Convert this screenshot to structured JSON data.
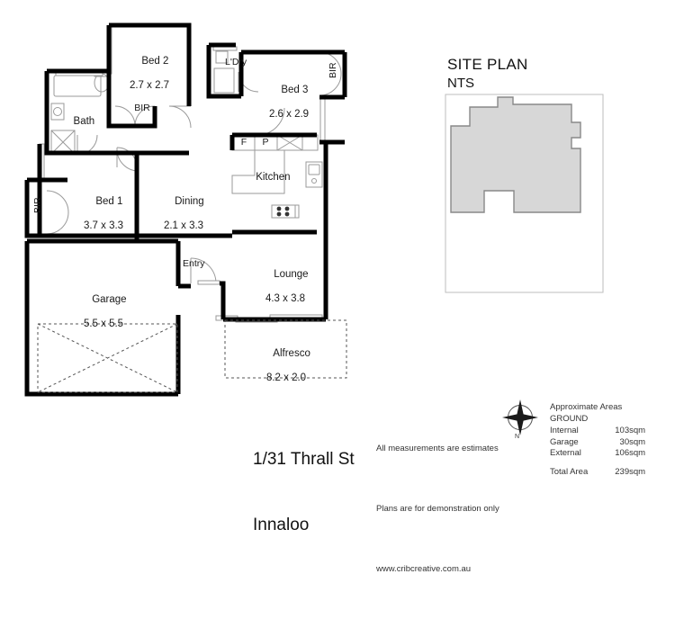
{
  "document": {
    "type": "floor-plan",
    "address_line1": "1/31 Thrall St",
    "address_line2": "Innaloo"
  },
  "rooms": [
    {
      "key": "bed2",
      "name": "Bed 2",
      "dimensions": "2.7 x 2.7"
    },
    {
      "key": "bath",
      "name": "Bath",
      "dimensions": ""
    },
    {
      "key": "ldry",
      "name": "L'Dry",
      "dimensions": ""
    },
    {
      "key": "bed3",
      "name": "Bed 3",
      "dimensions": "2.6 x 2.9"
    },
    {
      "key": "bed1",
      "name": "Bed 1",
      "dimensions": "3.7 x 3.3"
    },
    {
      "key": "dining",
      "name": "Dining",
      "dimensions": "2.1 x 3.3"
    },
    {
      "key": "kitchen",
      "name": "Kitchen",
      "dimensions": ""
    },
    {
      "key": "lounge",
      "name": "Lounge",
      "dimensions": "4.3 x 3.8"
    },
    {
      "key": "entry",
      "name": "Entry",
      "dimensions": ""
    },
    {
      "key": "garage",
      "name": "Garage",
      "dimensions": "5.5 x 5.5"
    },
    {
      "key": "alfresco",
      "name": "Alfresco",
      "dimensions": "8.2 x 2.0"
    }
  ],
  "fixtures": {
    "bir_bed2": "BIR",
    "bir_bed3": "BIR",
    "bir_bed1": "BIR",
    "fridge": "F",
    "pantry": "P"
  },
  "site_plan": {
    "title": "SITE PLAN",
    "subtitle": "NTS"
  },
  "disclaimer": {
    "line1": "All measurements are estimates",
    "line2": "Plans are for demonstration only",
    "line3": "www.cribcreative.com.au"
  },
  "areas": {
    "heading": "Approximate Areas",
    "level": "GROUND",
    "rows": [
      {
        "label": "Internal",
        "value": "103sqm"
      },
      {
        "label": "Garage",
        "value": "30sqm"
      },
      {
        "label": "External",
        "value": "106sqm"
      }
    ],
    "total_label": "Total Area",
    "total_value": "239sqm"
  },
  "compass": {
    "icon": "compass-rose-icon",
    "north": "N"
  },
  "colors": {
    "wall": "#000000",
    "fixture_line": "#9a9a9a",
    "site_fill": "#d7d7d7",
    "site_stroke": "#888888",
    "dashed": "#555555",
    "background": "#ffffff"
  }
}
